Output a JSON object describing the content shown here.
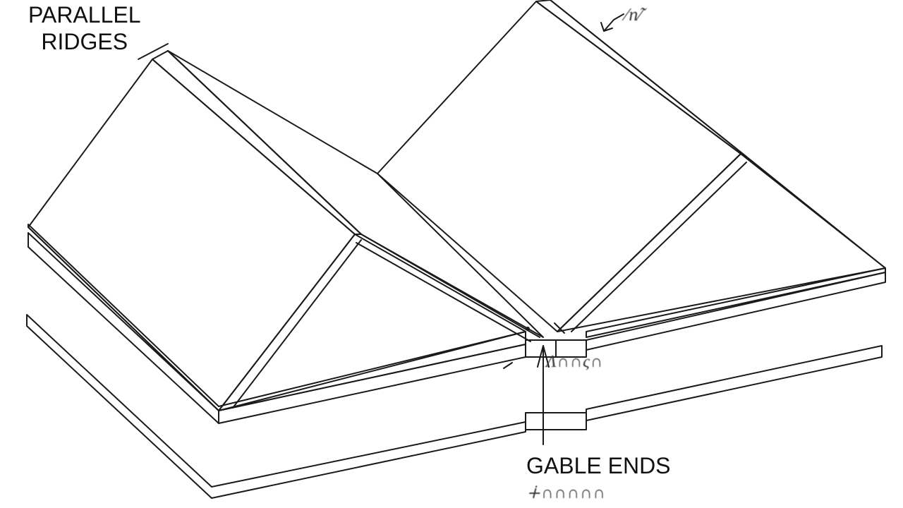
{
  "labels": {
    "parallel_ridges_line1": "PARALLEL",
    "parallel_ridges_line2": "RIDGES",
    "gable_ends": "GABLE ENDS"
  },
  "illegible_annotations": {
    "top_right": "∕n∕͂",
    "center_bottom": "Λ∩∩ς∩",
    "below_gable_ends": "∔∩∩∩∩∩"
  },
  "colors": {
    "line": "#1a1a1a",
    "background": "#ffffff"
  }
}
